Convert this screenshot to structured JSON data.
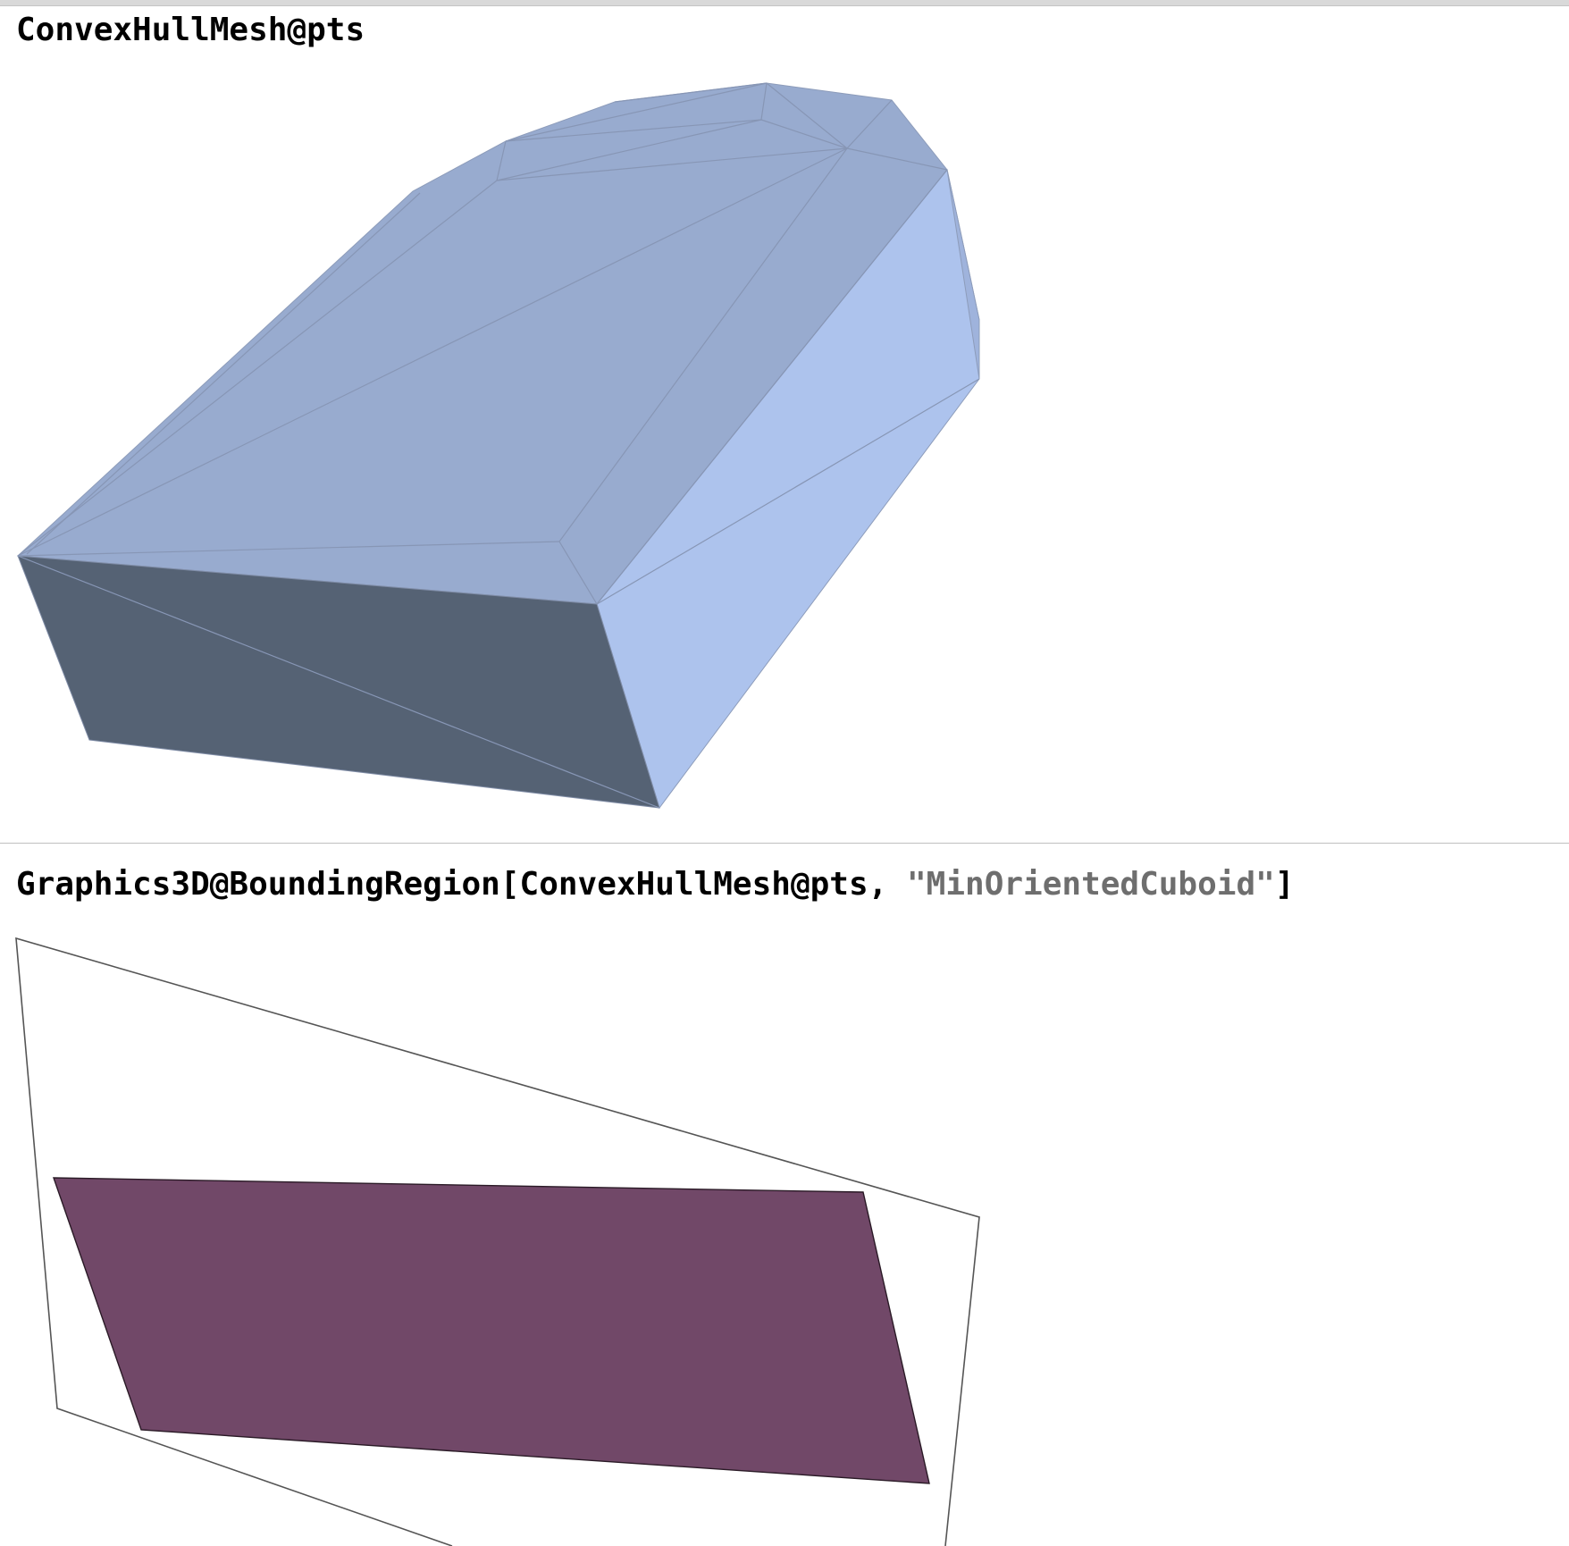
{
  "cells": [
    {
      "input_code": "ConvexHullMesh@pts"
    },
    {
      "input_prefix": "Graphics3D@BoundingRegion[ConvexHullMesh@pts, ",
      "input_string": "\"MinOrientedCuboid\"",
      "input_suffix": "]"
    }
  ],
  "colors": {
    "hull_top": "#98abcf",
    "hull_right": "#adc3ed",
    "hull_front": "#556274",
    "hull_edge": "#8d9cba",
    "cuboid_face": "#714868",
    "cuboid_edge": "#555555",
    "string_literal": "#6e6e6e"
  }
}
